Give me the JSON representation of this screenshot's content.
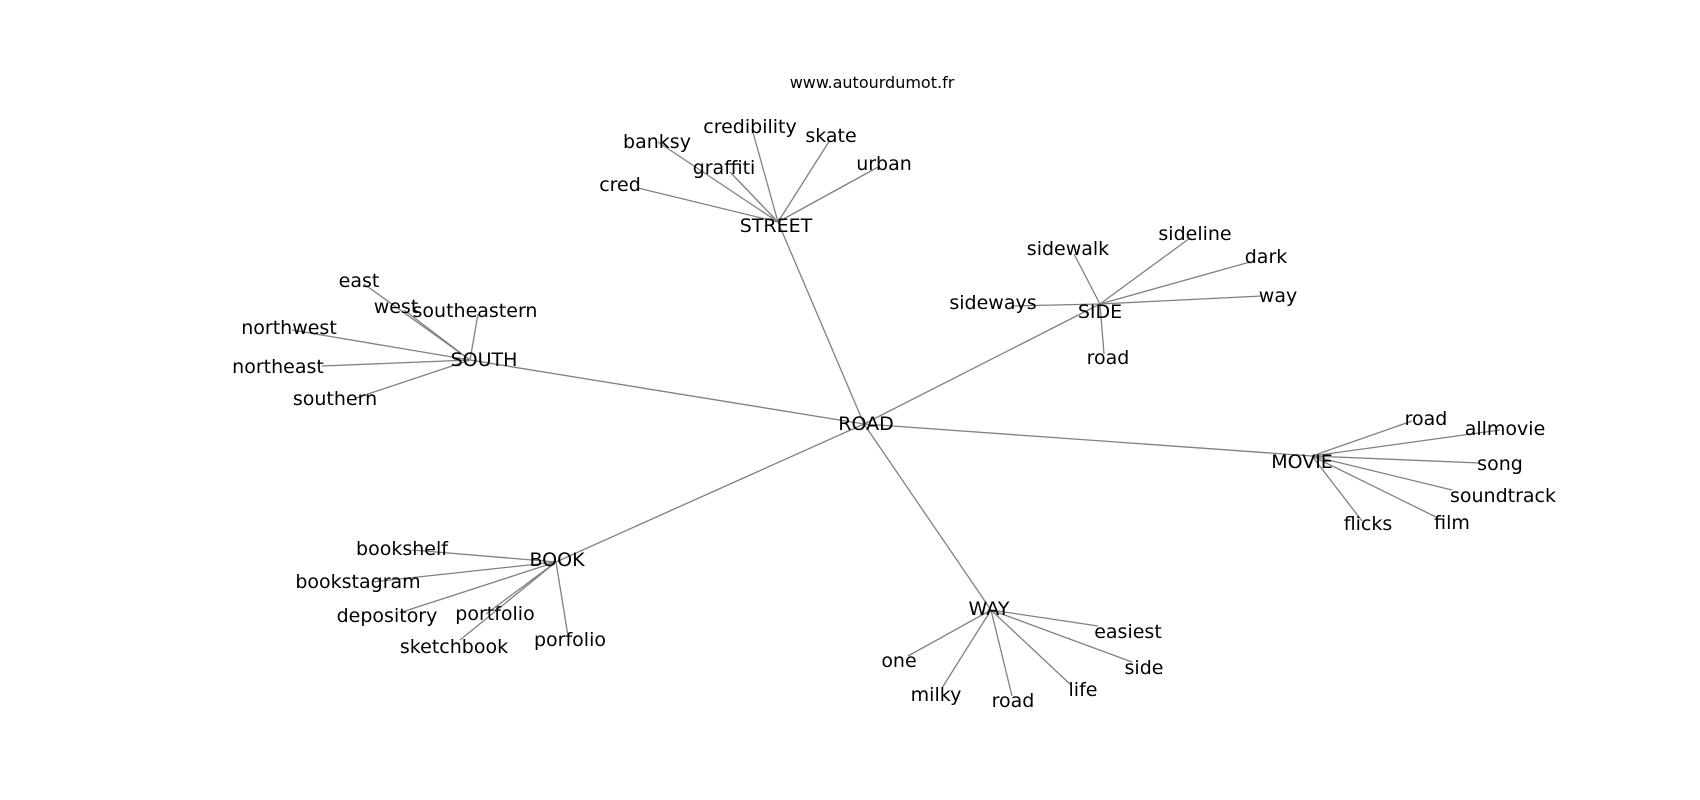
{
  "source_text": "www.autourdumot.fr",
  "colors": {
    "edge": "#808080",
    "text": "#000000",
    "background": "#ffffff"
  },
  "center": "ROAD",
  "nodes": [
    {
      "id": "road_center",
      "label": "ROAD"
    },
    {
      "id": "street",
      "label": "STREET"
    },
    {
      "id": "side",
      "label": "SIDE"
    },
    {
      "id": "south",
      "label": "SOUTH"
    },
    {
      "id": "movie",
      "label": "MOVIE"
    },
    {
      "id": "book",
      "label": "BOOK"
    },
    {
      "id": "way",
      "label": "WAY"
    },
    {
      "id": "cred",
      "label": "cred"
    },
    {
      "id": "banksy",
      "label": "banksy"
    },
    {
      "id": "graffiti",
      "label": "graffiti"
    },
    {
      "id": "credibility",
      "label": "credibility"
    },
    {
      "id": "skate",
      "label": "skate"
    },
    {
      "id": "urban",
      "label": "urban"
    },
    {
      "id": "sidewalk",
      "label": "sidewalk"
    },
    {
      "id": "sideline",
      "label": "sideline"
    },
    {
      "id": "dark",
      "label": "dark"
    },
    {
      "id": "way_side",
      "label": "way"
    },
    {
      "id": "sideways",
      "label": "sideways"
    },
    {
      "id": "road_side",
      "label": "road"
    },
    {
      "id": "east",
      "label": "east"
    },
    {
      "id": "west",
      "label": "west"
    },
    {
      "id": "southeastern",
      "label": "southeastern"
    },
    {
      "id": "northwest",
      "label": "northwest"
    },
    {
      "id": "northeast",
      "label": "northeast"
    },
    {
      "id": "southern",
      "label": "southern"
    },
    {
      "id": "road_movie",
      "label": "road"
    },
    {
      "id": "allmovie",
      "label": "allmovie"
    },
    {
      "id": "song",
      "label": "song"
    },
    {
      "id": "soundtrack",
      "label": "soundtrack"
    },
    {
      "id": "film",
      "label": "film"
    },
    {
      "id": "flicks",
      "label": "flicks"
    },
    {
      "id": "bookshelf",
      "label": "bookshelf"
    },
    {
      "id": "bookstagram",
      "label": "bookstagram"
    },
    {
      "id": "depository",
      "label": "depository"
    },
    {
      "id": "portfolio",
      "label": "portfolio"
    },
    {
      "id": "sketchbook",
      "label": "sketchbook"
    },
    {
      "id": "porfolio",
      "label": "porfolio"
    },
    {
      "id": "one",
      "label": "one"
    },
    {
      "id": "milky",
      "label": "milky"
    },
    {
      "id": "road_way",
      "label": "road"
    },
    {
      "id": "life",
      "label": "life"
    },
    {
      "id": "side_way",
      "label": "side"
    },
    {
      "id": "easiest",
      "label": "easiest"
    }
  ],
  "edges": [
    [
      "road_center",
      "street"
    ],
    [
      "road_center",
      "side"
    ],
    [
      "road_center",
      "south"
    ],
    [
      "road_center",
      "movie"
    ],
    [
      "road_center",
      "book"
    ],
    [
      "road_center",
      "way"
    ],
    [
      "street",
      "cred"
    ],
    [
      "street",
      "banksy"
    ],
    [
      "street",
      "graffiti"
    ],
    [
      "street",
      "credibility"
    ],
    [
      "street",
      "skate"
    ],
    [
      "street",
      "urban"
    ],
    [
      "side",
      "sidewalk"
    ],
    [
      "side",
      "sideline"
    ],
    [
      "side",
      "dark"
    ],
    [
      "side",
      "way_side"
    ],
    [
      "side",
      "sideways"
    ],
    [
      "side",
      "road_side"
    ],
    [
      "south",
      "east"
    ],
    [
      "south",
      "west"
    ],
    [
      "south",
      "southeastern"
    ],
    [
      "south",
      "northwest"
    ],
    [
      "south",
      "northeast"
    ],
    [
      "south",
      "southern"
    ],
    [
      "movie",
      "road_movie"
    ],
    [
      "movie",
      "allmovie"
    ],
    [
      "movie",
      "song"
    ],
    [
      "movie",
      "soundtrack"
    ],
    [
      "movie",
      "film"
    ],
    [
      "movie",
      "flicks"
    ],
    [
      "book",
      "bookshelf"
    ],
    [
      "book",
      "bookstagram"
    ],
    [
      "book",
      "depository"
    ],
    [
      "book",
      "portfolio"
    ],
    [
      "book",
      "sketchbook"
    ],
    [
      "book",
      "porfolio"
    ],
    [
      "way",
      "one"
    ],
    [
      "way",
      "milky"
    ],
    [
      "way",
      "road_way"
    ],
    [
      "way",
      "life"
    ],
    [
      "way",
      "side_way"
    ],
    [
      "way",
      "easiest"
    ]
  ]
}
